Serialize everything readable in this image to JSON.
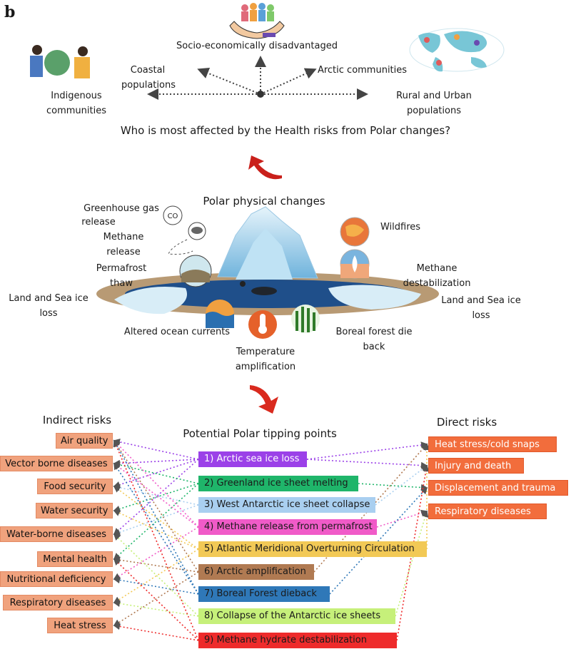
{
  "panel_label": "b",
  "top": {
    "groups": {
      "socio": "Socio-economically disadvantaged",
      "coastal_1": "Coastal",
      "coastal_2": "populations",
      "arctic": "Arctic communities",
      "indigenous_1": "Indigenous",
      "indigenous_2": "communities",
      "rural_1": "Rural and Urban",
      "rural_2": "populations"
    },
    "question": "Who is most affected by the Health risks from Polar changes?"
  },
  "middle": {
    "title": "Polar physical changes",
    "labels": {
      "ghg_1": "Greenhouse gas",
      "ghg_2": "release",
      "methane_1": "Methane",
      "methane_2": "release",
      "permafrost_1": "Permafrost",
      "permafrost_2": "thaw",
      "landsea_left_1": "Land and Sea ice",
      "landsea_left_2": "loss",
      "ocean": "Altered ocean currents",
      "temp_1": "Temperature",
      "temp_2": "amplification",
      "boreal_1": "Boreal forest die",
      "boreal_2": "back",
      "wildfires": "Wildfires",
      "mdest_1": "Methane",
      "mdest_2": "destabilization",
      "landsea_right_1": "Land and Sea ice",
      "landsea_right_2": "loss"
    }
  },
  "bottom": {
    "indirect_title": "Indirect risks",
    "tipping_title": "Potential Polar tipping points",
    "direct_title": "Direct risks",
    "indirect": [
      "Air quality",
      "Vector borne diseases",
      "Food security",
      "Water security",
      "Water-borne diseases",
      "Mental health",
      "Nutritional deficiency",
      "Respiratory diseases",
      "Heat stress"
    ],
    "direct": [
      "Heat stress/cold snaps",
      "Injury and death",
      "Displacement and trauma",
      "Respiratory diseases"
    ],
    "tipping_points": [
      {
        "label": "1) Arctic sea ice loss",
        "color": "#9b41e8",
        "text_color": "#ffffff"
      },
      {
        "label": "2) Greenland ice sheet melting",
        "color": "#1fb56a",
        "text_color": "#111111"
      },
      {
        "label": "3) West Antarctic ice sheet collapse",
        "color": "#a9cff0",
        "text_color": "#111111"
      },
      {
        "label": "4) Methane release from permafrost",
        "color": "#f05bc8",
        "text_color": "#111111"
      },
      {
        "label": "5) Atlantic Meridional Overturning Circulation",
        "color": "#f2c956",
        "text_color": "#111111"
      },
      {
        "label": "6) Arctic amplification",
        "color": "#b07a52",
        "text_color": "#111111"
      },
      {
        "label": "7) Boreal Forest dieback",
        "color": "#2f78b8",
        "text_color": "#111111"
      },
      {
        "label": "8) Collapse of the Antarctic ice sheets",
        "color": "#c6f07a",
        "text_color": "#111111"
      },
      {
        "label": "9) Methane hydrate destabilization",
        "color": "#ee2b2b",
        "text_color": "#111111"
      }
    ]
  }
}
